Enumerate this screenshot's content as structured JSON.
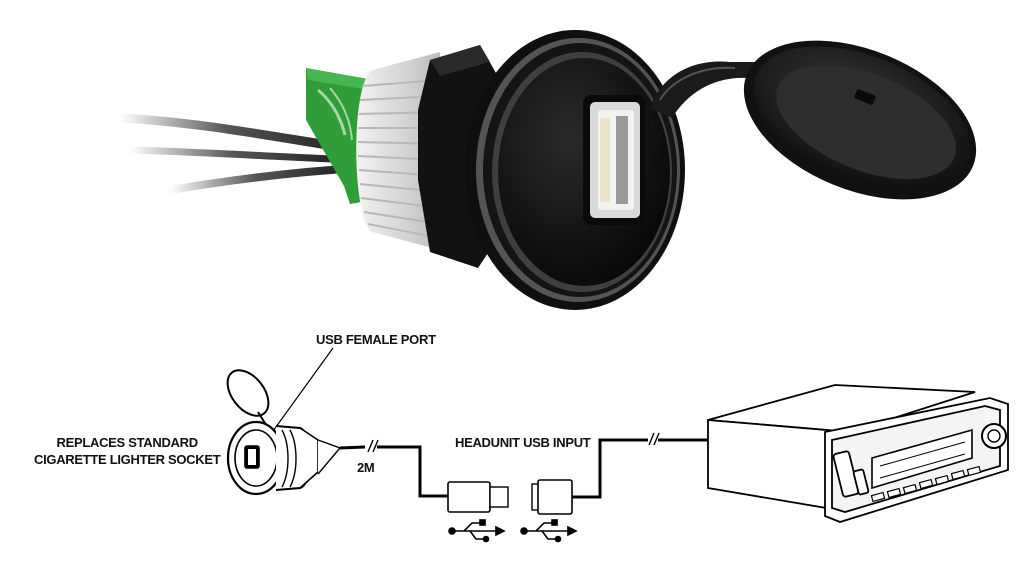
{
  "diagram": {
    "labels": {
      "port": "USB FEMALE PORT",
      "replaces_line1": "REPLACES STANDARD",
      "replaces_line2": "CIGARETTE LIGHTER SOCKET",
      "cable_length": "2M",
      "headunit_input": "HEADUNIT USB INPUT"
    }
  },
  "colors": {
    "socket_body": "#0d0d0d",
    "thread": "#e6e6e6",
    "pcb": "#2f9d3a",
    "line": "#000000"
  },
  "icons": [
    "usb-icon",
    "usb-icon"
  ]
}
